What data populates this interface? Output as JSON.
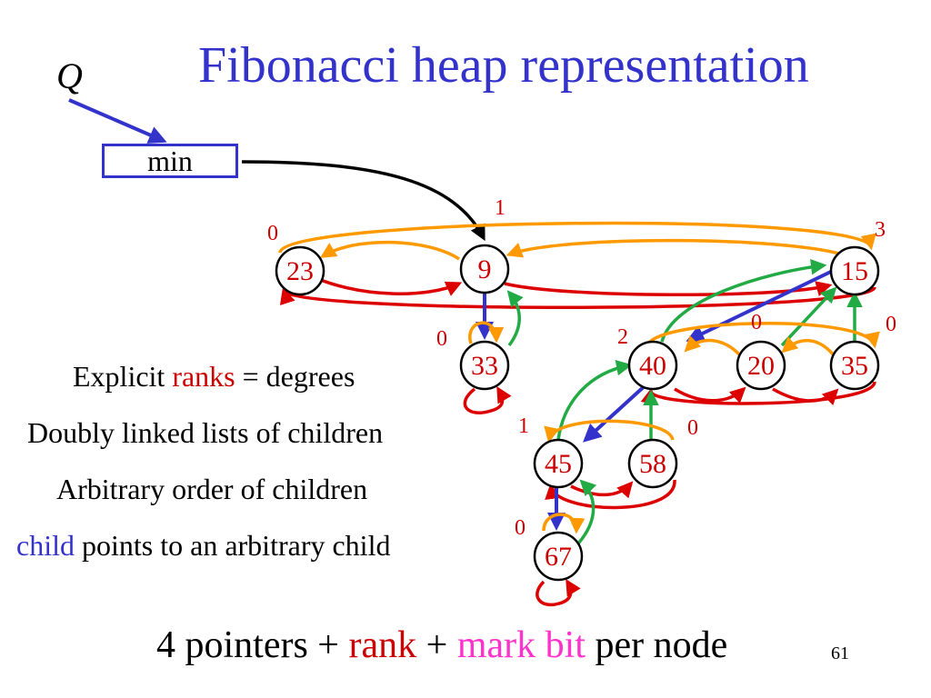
{
  "title": "Fibonacci heap representation",
  "q_label": "Q",
  "min_label": "min",
  "nodes": {
    "n23": {
      "key": "23",
      "rank": "0"
    },
    "n9": {
      "key": "9",
      "rank": "1"
    },
    "n15": {
      "key": "15",
      "rank": "3"
    },
    "n33": {
      "key": "33",
      "rank": "0"
    },
    "n40": {
      "key": "40",
      "rank": "2"
    },
    "n20": {
      "key": "20",
      "rank": "0"
    },
    "n35": {
      "key": "35",
      "rank": "0"
    },
    "n45": {
      "key": "45",
      "rank": "1"
    },
    "n58": {
      "key": "58",
      "rank": "0"
    },
    "n67": {
      "key": "67",
      "rank": "0"
    }
  },
  "bullets": {
    "b1_pre": "Explicit ",
    "b1_mid": "ranks",
    "b1_post": " = degrees",
    "b2": "Doubly linked lists of children",
    "b3": "Arbitrary order of children",
    "b4_pre": "child",
    "b4_post": " points to an arbitrary child"
  },
  "footer": {
    "part1": "4 pointers + ",
    "part2": "rank",
    "part3": " + ",
    "part4": "mark bit",
    "part5": " per node"
  },
  "page_number": "61",
  "colors": {
    "title": "#3333cc",
    "child_pointer": "#3333cc",
    "left_pointer": "#ff9900",
    "right_pointer": "#dd0000",
    "parent_pointer": "#22aa44",
    "min_pointer": "#000000",
    "rank": "#cc0000",
    "mark": "#ff33cc"
  }
}
